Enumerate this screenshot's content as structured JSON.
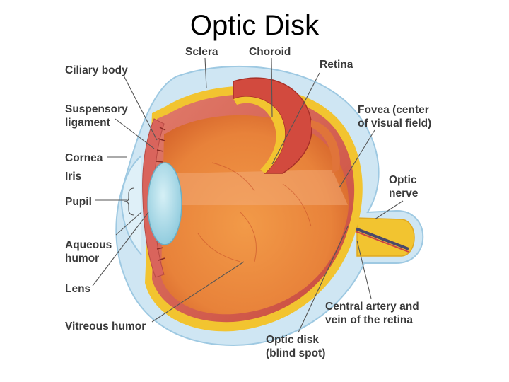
{
  "title": "Optic Disk",
  "labels": {
    "sclera": "Sclera",
    "choroid": "Choroid",
    "retina": "Retina",
    "ciliary_body": "Ciliary body",
    "suspensory_ligament": [
      "Suspensory",
      "ligament"
    ],
    "cornea": "Cornea",
    "iris": "Iris",
    "pupil": "Pupil",
    "aqueous_humor": [
      "Aqueous",
      "humor"
    ],
    "lens": "Lens",
    "vitreous_humor": "Vitreous humor",
    "fovea": [
      "Fovea (center",
      "of visual field)"
    ],
    "optic_nerve": [
      "Optic",
      "nerve"
    ],
    "central_artery": [
      "Central artery and",
      "vein of the retina"
    ],
    "optic_disk": [
      "Optic disk",
      "(blind spot)"
    ]
  },
  "colors": {
    "sclera_outer": "#cfe6f3",
    "sclera_edge": "#9ec9e2",
    "choroid": "#c8433a",
    "retina": "#f2c430",
    "vitreous": "#e8893a",
    "vitreous_dark": "#d96a2a",
    "lens": "#a9dbe8",
    "iris": "#d9645c",
    "leader_line": "#555555"
  }
}
